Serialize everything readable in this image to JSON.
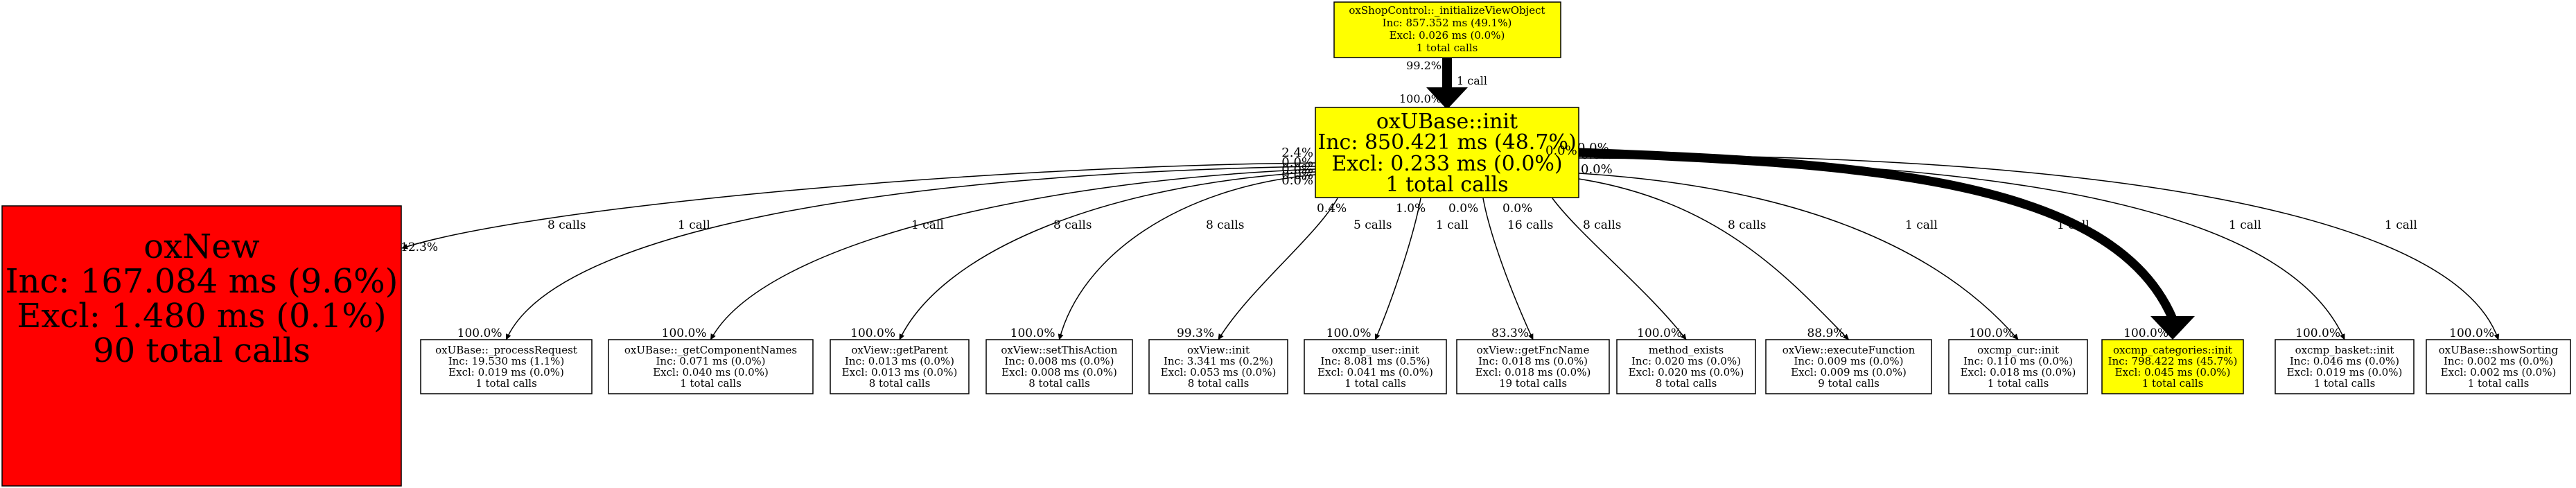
{
  "root": {
    "name": "oxShopControl::_initializeViewObject",
    "inc": "Inc: 857.352 ms (49.1%)",
    "excl": "Excl: 0.026 ms (0.0%)",
    "calls": "1 total calls",
    "color": "#ffff00"
  },
  "center": {
    "name": "oxUBase::init",
    "inc": "Inc: 850.421 ms (48.7%)",
    "excl": "Excl: 0.233 ms (0.0%)",
    "calls": "1 total calls",
    "color": "#ffff00"
  },
  "root_edge": {
    "tail": "99.2%",
    "label": "1 call",
    "head": "100.0%"
  },
  "center_side_labels_left": [
    "2.4%",
    "0.0%",
    "0.0%",
    "0.0%",
    "0.0%"
  ],
  "center_side_labels_right": [
    "0.0%",
    "0.0%",
    "0.0%",
    "0.0%"
  ],
  "children": [
    {
      "name": "oxNew",
      "inc": "Inc: 167.084 ms (9.6%)",
      "excl": "Excl: 1.480 ms (0.1%)",
      "calls": "90 total calls",
      "color": "#ff0000",
      "label": "8 calls",
      "tail": "",
      "head": "12.3%"
    },
    {
      "name": "oxUBase::_processRequest",
      "inc": "Inc: 19.530 ms (1.1%)",
      "excl": "Excl: 0.019 ms (0.0%)",
      "calls": "1 total calls",
      "color": "#ffffff",
      "label": "1 call",
      "tail": "",
      "head": "100.0%"
    },
    {
      "name": "oxUBase::_getComponentNames",
      "inc": "Inc: 0.071 ms (0.0%)",
      "excl": "Excl: 0.040 ms (0.0%)",
      "calls": "1 total calls",
      "color": "#ffffff",
      "label": "1 call",
      "tail": "",
      "head": "100.0%"
    },
    {
      "name": "oxView::getParent",
      "inc": "Inc: 0.013 ms (0.0%)",
      "excl": "Excl: 0.013 ms (0.0%)",
      "calls": "8 total calls",
      "color": "#ffffff",
      "label": "8 calls",
      "tail": "",
      "head": "100.0%"
    },
    {
      "name": "oxView::setThisAction",
      "inc": "Inc: 0.008 ms (0.0%)",
      "excl": "Excl: 0.008 ms (0.0%)",
      "calls": "8 total calls",
      "color": "#ffffff",
      "label": "8 calls",
      "tail": "",
      "head": "100.0%"
    },
    {
      "name": "oxView::init",
      "inc": "Inc: 3.341 ms (0.2%)",
      "excl": "Excl: 0.053 ms (0.0%)",
      "calls": "8 total calls",
      "color": "#ffffff",
      "label": "5 calls",
      "tail": "0.4%",
      "head": "99.3%"
    },
    {
      "name": "oxcmp_user::init",
      "inc": "Inc: 8.081 ms (0.5%)",
      "excl": "Excl: 0.041 ms (0.0%)",
      "calls": "1 total calls",
      "color": "#ffffff",
      "label": "1 call",
      "tail": "1.0%",
      "head": "100.0%"
    },
    {
      "name": "oxView::getFncName",
      "inc": "Inc: 0.018 ms (0.0%)",
      "excl": "Excl: 0.018 ms (0.0%)",
      "calls": "19 total calls",
      "color": "#ffffff",
      "label": "16 calls",
      "tail": "0.0%",
      "head": "83.3%"
    },
    {
      "name": "method_exists",
      "inc": "Inc: 0.020 ms (0.0%)",
      "excl": "Excl: 0.020 ms (0.0%)",
      "calls": "8 total calls",
      "color": "#ffffff",
      "label": "8 calls",
      "tail": "0.0%",
      "head": "100.0%"
    },
    {
      "name": "oxView::executeFunction",
      "inc": "Inc: 0.009 ms (0.0%)",
      "excl": "Excl: 0.009 ms (0.0%)",
      "calls": "9 total calls",
      "color": "#ffffff",
      "label": "8 calls",
      "tail": "",
      "head": "88.9%"
    },
    {
      "name": "oxcmp_cur::init",
      "inc": "Inc: 0.110 ms (0.0%)",
      "excl": "Excl: 0.018 ms (0.0%)",
      "calls": "1 total calls",
      "color": "#ffffff",
      "label": "1 call",
      "tail": "",
      "head": "100.0%"
    },
    {
      "name": "oxcmp_categories::init",
      "inc": "Inc: 798.422 ms (45.7%)",
      "excl": "Excl: 0.045 ms (0.0%)",
      "calls": "1 total calls",
      "color": "#ffff00",
      "label": "1 call",
      "tail": "",
      "head": "100.0%"
    },
    {
      "name": "oxcmp_basket::init",
      "inc": "Inc: 0.046 ms (0.0%)",
      "excl": "Excl: 0.019 ms (0.0%)",
      "calls": "1 total calls",
      "color": "#ffffff",
      "label": "1 call",
      "tail": "",
      "head": "100.0%"
    },
    {
      "name": "oxUBase::showSorting",
      "inc": "Inc: 0.002 ms (0.0%)",
      "excl": "Excl: 0.002 ms (0.0%)",
      "calls": "1 total calls",
      "color": "#ffffff",
      "label": "1 call",
      "tail": "",
      "head": "100.0%"
    }
  ]
}
